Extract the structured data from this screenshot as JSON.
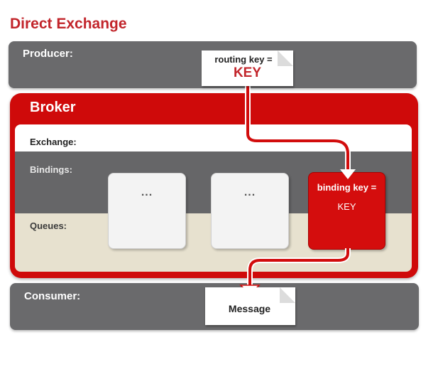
{
  "title": "Direct Exchange",
  "producer": {
    "label": "Producer:",
    "note_line1": "routing key =",
    "note_line2": "KEY"
  },
  "broker": {
    "label": "Broker",
    "exchange_label": "Exchange:",
    "bindings_label": "Bindings:",
    "queues_label": "Queues:",
    "queue1": "...",
    "queue2": "...",
    "queue3_line1": "binding key =",
    "queue3_line2": "KEY"
  },
  "consumer": {
    "label": "Consumer:",
    "message": "Message"
  },
  "colors": {
    "accent_red": "#c2252b",
    "gray": "#6a6a6c",
    "queue_bg": "#e7e1cf"
  }
}
